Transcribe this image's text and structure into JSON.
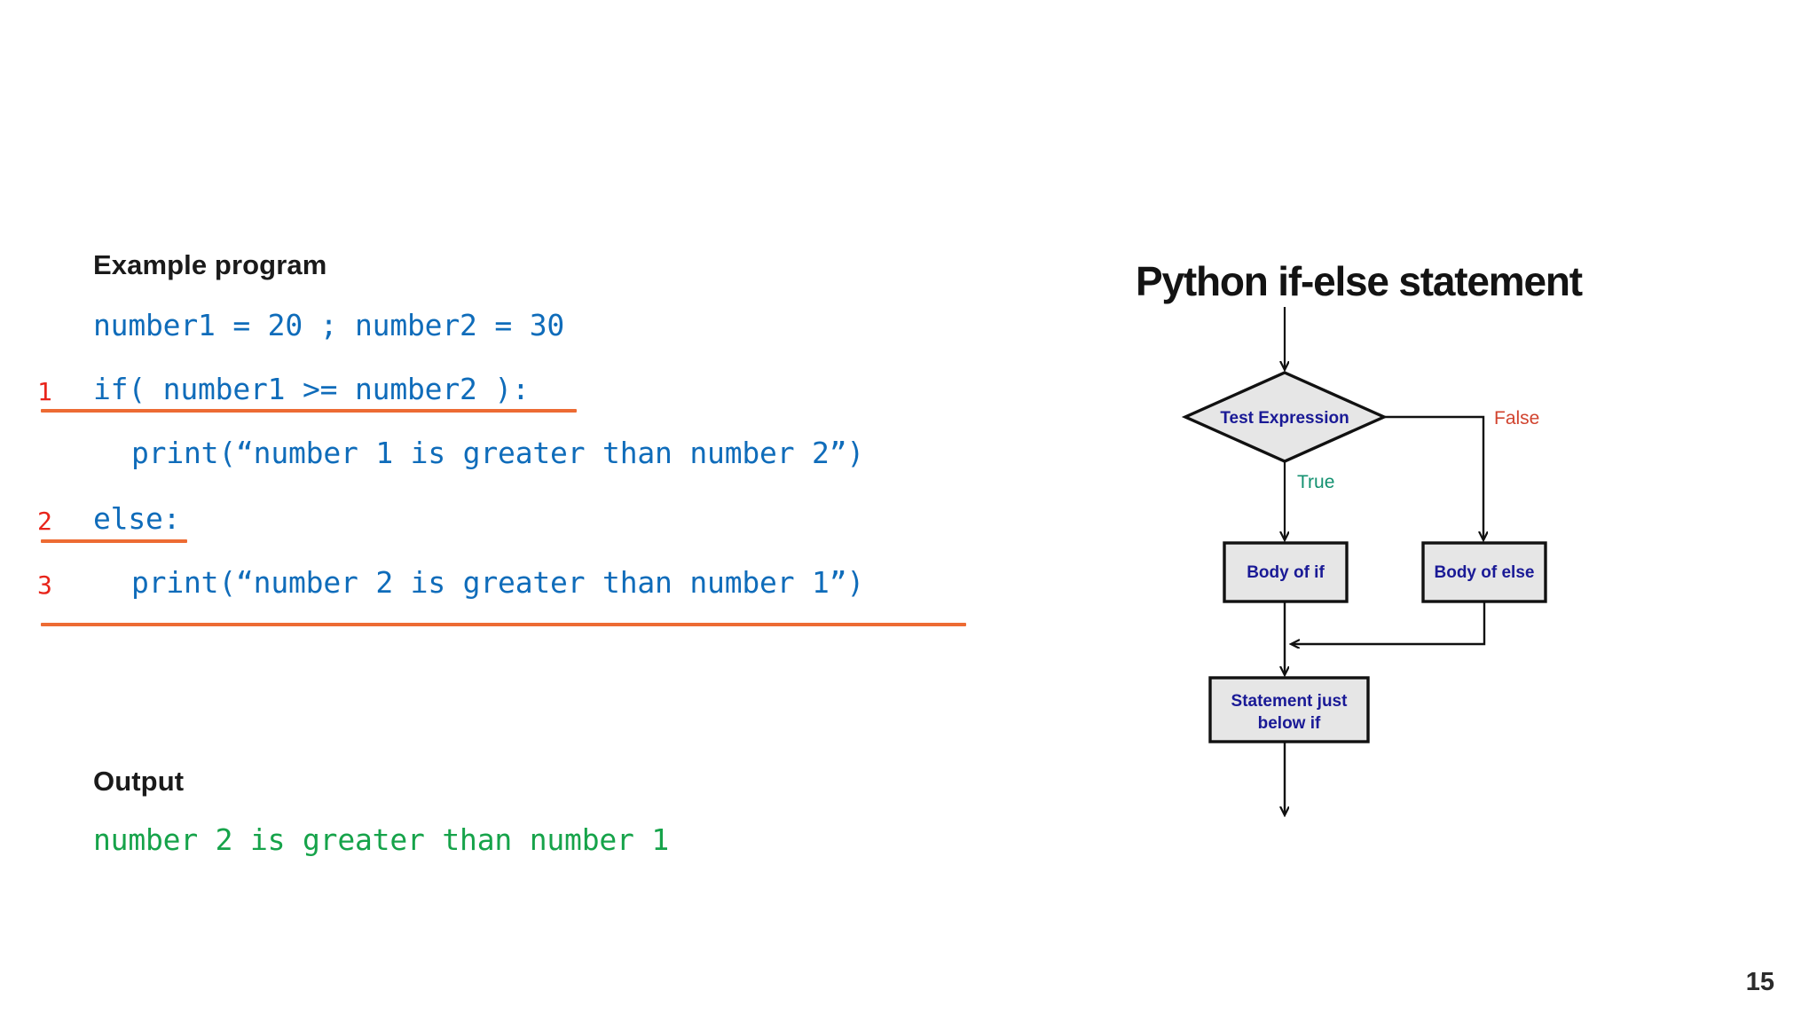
{
  "slide": {
    "page_number": "15"
  },
  "left": {
    "example_heading": "Example program",
    "output_heading": "Output",
    "code": [
      {
        "num": "",
        "text": "number1 = 20 ; number2 = 30",
        "indent": false
      },
      {
        "num": "1",
        "text": "if( number1 >= number2 ):",
        "indent": false
      },
      {
        "num": "",
        "text": "print(“number 1 is greater than number 2”)",
        "indent": true
      },
      {
        "num": "2",
        "text": "else:",
        "indent": false
      },
      {
        "num": "3",
        "text": "print(“number 2 is greater than number 1”)",
        "indent": true
      }
    ],
    "line_numbers": [
      "1",
      "2",
      "3"
    ],
    "output_value": "number 2 is greater than number 1"
  },
  "flowchart": {
    "title": "Python if-else statement",
    "decision": "Test Expression",
    "branch_true": "True",
    "branch_false": "False",
    "box_if": "Body of if",
    "box_else": "Body of else",
    "box_after_line1": "Statement just",
    "box_after_line2": "below if"
  },
  "colors": {
    "code_blue": "#0f6cba",
    "output_green": "#16a34a",
    "line_number_red": "#e8241a",
    "underline_orange": "#ED6B33",
    "flow_text_blue": "#1a1a96",
    "true_green": "#139170",
    "false_red": "#d1432e",
    "box_fill": "#e6e6e6"
  }
}
